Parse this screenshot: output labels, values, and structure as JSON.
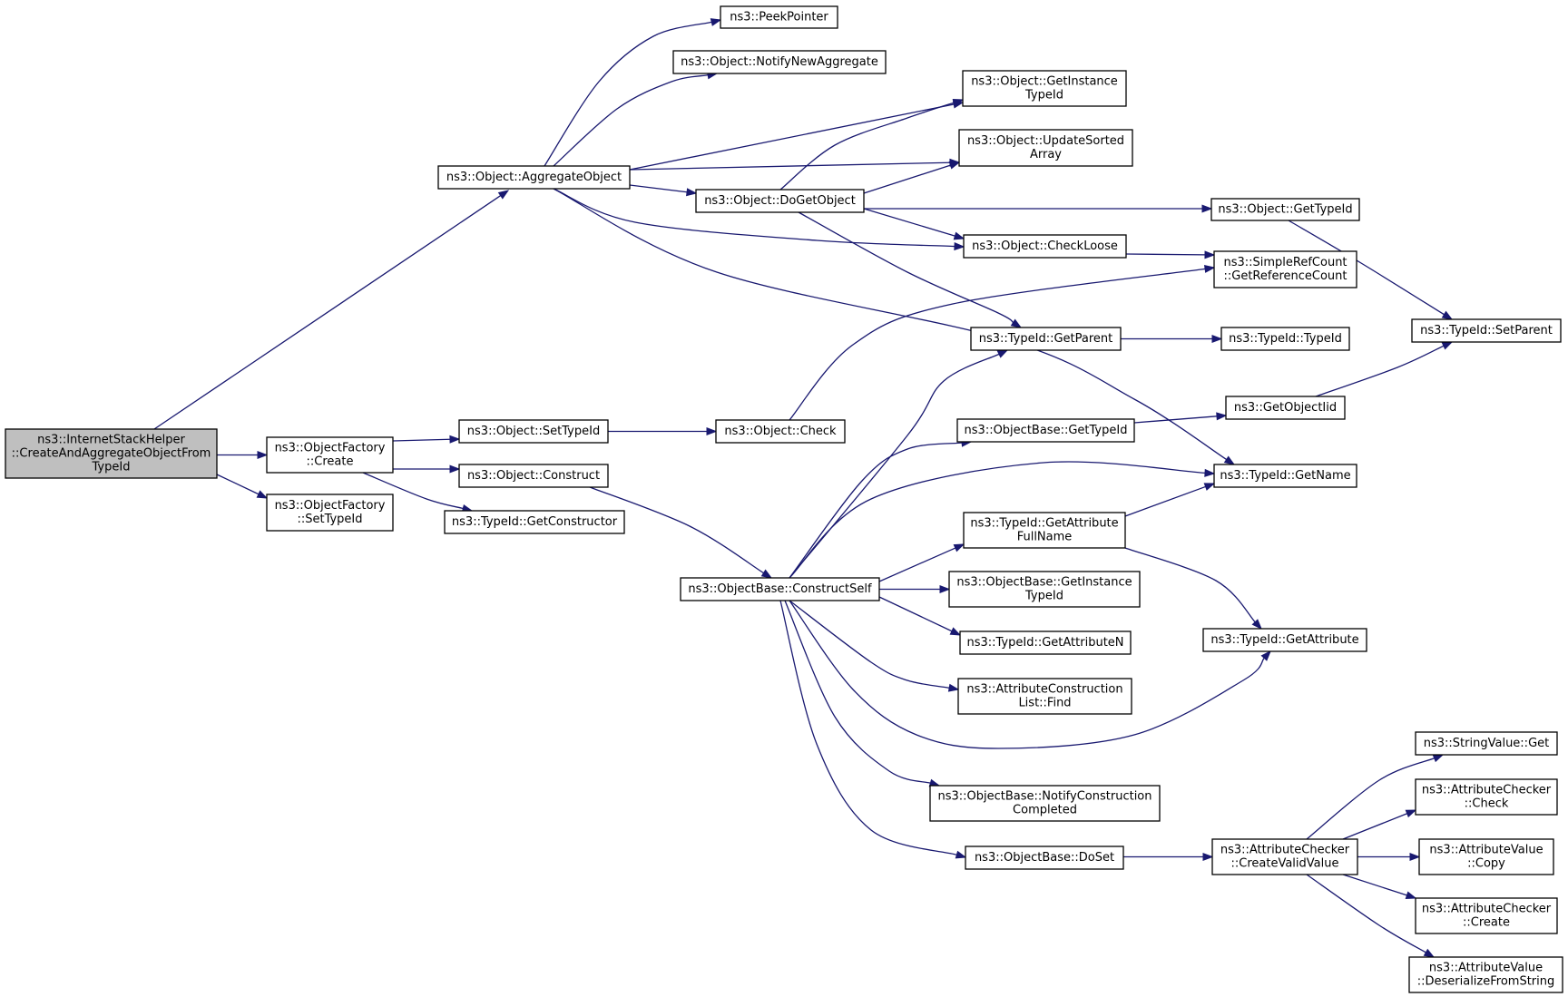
{
  "graph": {
    "nodes": [
      {
        "id": "root",
        "lines": [
          "ns3::InternetStackHelper",
          "::CreateAndAggregateObjectFrom",
          "TypeId"
        ],
        "root": true
      },
      {
        "id": "of_create",
        "lines": [
          "ns3::ObjectFactory",
          "::Create"
        ]
      },
      {
        "id": "of_settypeid",
        "lines": [
          "ns3::ObjectFactory",
          "::SetTypeId"
        ]
      },
      {
        "id": "aggregate",
        "lines": [
          "ns3::Object::AggregateObject"
        ]
      },
      {
        "id": "peekpointer",
        "lines": [
          "ns3::PeekPointer"
        ]
      },
      {
        "id": "notifynewagg",
        "lines": [
          "ns3::Object::NotifyNewAggregate"
        ]
      },
      {
        "id": "getinstancetypeid",
        "lines": [
          "ns3::Object::GetInstance",
          "TypeId"
        ]
      },
      {
        "id": "updatesorted",
        "lines": [
          "ns3::Object::UpdateSorted",
          "Array"
        ]
      },
      {
        "id": "dogetobject",
        "lines": [
          "ns3::Object::DoGetObject"
        ]
      },
      {
        "id": "obj_gettypeid",
        "lines": [
          "ns3::Object::GetTypeId"
        ]
      },
      {
        "id": "checkloose",
        "lines": [
          "ns3::Object::CheckLoose"
        ]
      },
      {
        "id": "getrefcount",
        "lines": [
          "ns3::SimpleRefCount",
          "::GetReferenceCount"
        ]
      },
      {
        "id": "setparent",
        "lines": [
          "ns3::TypeId::SetParent"
        ]
      },
      {
        "id": "getparent",
        "lines": [
          "ns3::TypeId::GetParent"
        ]
      },
      {
        "id": "typeid_typeid",
        "lines": [
          "ns3::TypeId::TypeId"
        ]
      },
      {
        "id": "settypeid",
        "lines": [
          "ns3::Object::SetTypeId"
        ]
      },
      {
        "id": "check",
        "lines": [
          "ns3::Object::Check"
        ]
      },
      {
        "id": "getobjectiid",
        "lines": [
          "ns3::GetObjectIid"
        ]
      },
      {
        "id": "ob_gettypeid",
        "lines": [
          "ns3::ObjectBase::GetTypeId"
        ]
      },
      {
        "id": "construct",
        "lines": [
          "ns3::Object::Construct"
        ]
      },
      {
        "id": "getname",
        "lines": [
          "ns3::TypeId::GetName"
        ]
      },
      {
        "id": "getconstructor",
        "lines": [
          "ns3::TypeId::GetConstructor"
        ]
      },
      {
        "id": "getattrfullname",
        "lines": [
          "ns3::TypeId::GetAttribute",
          "FullName"
        ]
      },
      {
        "id": "constructself",
        "lines": [
          "ns3::ObjectBase::ConstructSelf"
        ]
      },
      {
        "id": "ob_getinstancetypeid",
        "lines": [
          "ns3::ObjectBase::GetInstance",
          "TypeId"
        ]
      },
      {
        "id": "getattributen",
        "lines": [
          "ns3::TypeId::GetAttributeN"
        ]
      },
      {
        "id": "getattribute",
        "lines": [
          "ns3::TypeId::GetAttribute"
        ]
      },
      {
        "id": "acl_find",
        "lines": [
          "ns3::AttributeConstruction",
          "List::Find"
        ]
      },
      {
        "id": "stringvalue_get",
        "lines": [
          "ns3::StringValue::Get"
        ]
      },
      {
        "id": "notifyconstruction",
        "lines": [
          "ns3::ObjectBase::NotifyConstruction",
          "Completed"
        ]
      },
      {
        "id": "ac_check",
        "lines": [
          "ns3::AttributeChecker",
          "::Check"
        ]
      },
      {
        "id": "doset",
        "lines": [
          "ns3::ObjectBase::DoSet"
        ]
      },
      {
        "id": "createvalidvalue",
        "lines": [
          "ns3::AttributeChecker",
          "::CreateValidValue"
        ]
      },
      {
        "id": "av_copy",
        "lines": [
          "ns3::AttributeValue",
          "::Copy"
        ]
      },
      {
        "id": "ac_create",
        "lines": [
          "ns3::AttributeChecker",
          "::Create"
        ]
      },
      {
        "id": "av_deserialize",
        "lines": [
          "ns3::AttributeValue",
          "::DeserializeFromString"
        ]
      }
    ],
    "edges": [
      [
        "root",
        "aggregate"
      ],
      [
        "root",
        "of_create"
      ],
      [
        "root",
        "of_settypeid"
      ],
      [
        "aggregate",
        "peekpointer"
      ],
      [
        "aggregate",
        "notifynewagg"
      ],
      [
        "aggregate",
        "getinstancetypeid"
      ],
      [
        "aggregate",
        "updatesorted"
      ],
      [
        "aggregate",
        "dogetobject"
      ],
      [
        "aggregate",
        "checkloose"
      ],
      [
        "aggregate",
        "getname"
      ],
      [
        "dogetobject",
        "getinstancetypeid"
      ],
      [
        "dogetobject",
        "updatesorted"
      ],
      [
        "dogetobject",
        "obj_gettypeid"
      ],
      [
        "dogetobject",
        "checkloose"
      ],
      [
        "dogetobject",
        "getparent"
      ],
      [
        "obj_gettypeid",
        "setparent"
      ],
      [
        "checkloose",
        "getrefcount"
      ],
      [
        "check",
        "getrefcount"
      ],
      [
        "getparent",
        "typeid_typeid"
      ],
      [
        "of_create",
        "settypeid"
      ],
      [
        "of_create",
        "construct"
      ],
      [
        "of_create",
        "getconstructor"
      ],
      [
        "settypeid",
        "check"
      ],
      [
        "construct",
        "constructself"
      ],
      [
        "getobjectiid",
        "setparent"
      ],
      [
        "ob_gettypeid",
        "getobjectiid"
      ],
      [
        "constructself",
        "getparent"
      ],
      [
        "constructself",
        "ob_gettypeid"
      ],
      [
        "constructself",
        "getname"
      ],
      [
        "constructself",
        "getattrfullname"
      ],
      [
        "constructself",
        "ob_getinstancetypeid"
      ],
      [
        "constructself",
        "getattributen"
      ],
      [
        "constructself",
        "acl_find"
      ],
      [
        "constructself",
        "getattribute"
      ],
      [
        "constructself",
        "notifyconstruction"
      ],
      [
        "constructself",
        "doset"
      ],
      [
        "getattrfullname",
        "getname"
      ],
      [
        "getattrfullname",
        "getattribute"
      ],
      [
        "doset",
        "createvalidvalue"
      ],
      [
        "createvalidvalue",
        "stringvalue_get"
      ],
      [
        "createvalidvalue",
        "ac_check"
      ],
      [
        "createvalidvalue",
        "av_copy"
      ],
      [
        "createvalidvalue",
        "ac_create"
      ],
      [
        "createvalidvalue",
        "av_deserialize"
      ]
    ]
  }
}
